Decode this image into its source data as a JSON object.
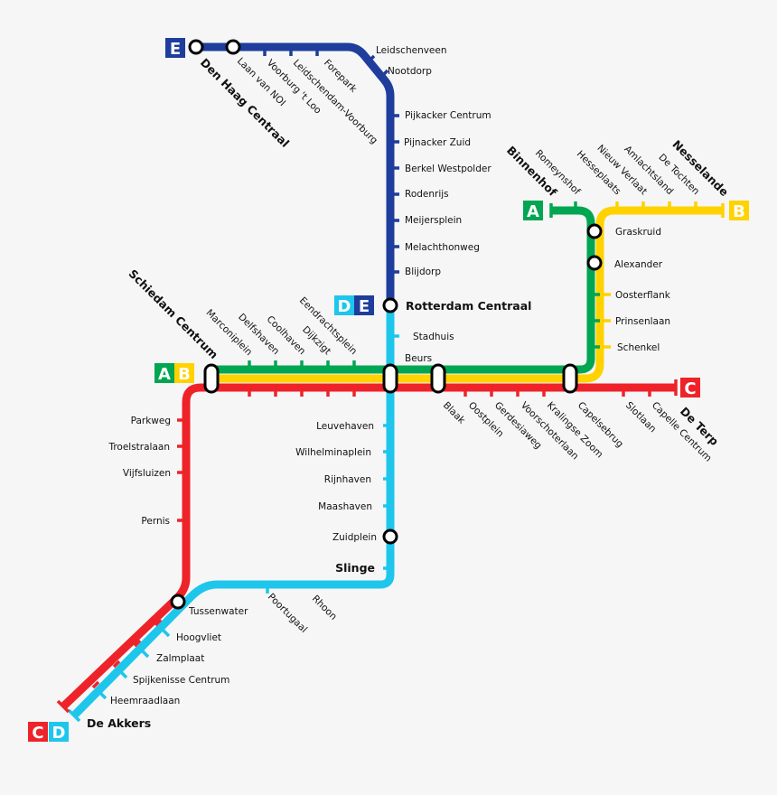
{
  "colors": {
    "A": "#00a651",
    "B": "#ffd200",
    "C": "#ee2329",
    "D": "#1ec6ec",
    "E": "#1f3d9c",
    "background": "#f6f6f6"
  },
  "lines": {
    "A": "A",
    "B": "B",
    "C": "C",
    "D": "D",
    "E": "E"
  },
  "stations": {
    "den_haag_centraal": "Den Haag Centraal",
    "laan_van_noi": "Laan van NOI",
    "voorburg": "Voorburg 't Loo",
    "leidschendam": "Leidschendam-Voorburg",
    "forepark": "Forepark",
    "leidschenveen": "Leidschenveen",
    "nootdorp": "Nootdorp",
    "pijnacker_centrum": "Pijkacker Centrum",
    "pijnacker_zuid": "Pijnacker Zuid",
    "berkel": "Berkel Westpolder",
    "rodenrijs": "Rodenrijs",
    "meijersplein": "Meijersplein",
    "melanchthonweg": "Melachthonweg",
    "blijdorp": "Blijdorp",
    "rotterdam_centraal": "Rotterdam Centraal",
    "stadhuis": "Stadhuis",
    "beurs": "Beurs",
    "leuvehaven": "Leuvehaven",
    "wilhelminaplein": "Wilhelminaplein",
    "rijnhaven": "Rijnhaven",
    "maashaven": "Maashaven",
    "zuidplein": "Zuidplein",
    "slinge": "Slinge",
    "rhoon": "Rhoon",
    "poortugaal": "Poortugaal",
    "tussenwater": "Tussenwater",
    "hoogvliet": "Hoogvliet",
    "zalmplaat": "Zalmplaat",
    "spijkenisse": "Spijkenisse Centrum",
    "heemraadlaan": "Heemraadlaan",
    "de_akkers": "De Akkers",
    "schiedam": "Schiedam Centrum",
    "marconiplein": "Marconiplein",
    "delfshaven": "Delfshaven",
    "coolhaven": "Coolhaven",
    "dijkzigt": "Dijkzigt",
    "eendrachtsplein": "Eendrachtsplein",
    "blaak": "Blaak",
    "oostplein": "Oostplein",
    "gerdesiaweg": "Gerdesiaweg",
    "voorschoterlaan": "Voorschoterlaan",
    "kralingse_zoom": "Kralingse Zoom",
    "capelsebrug": "Capelsebrug",
    "slotlaan": "Slotlaan",
    "capelle_centrum": "Capelle Centrum",
    "de_terp": "De Terp",
    "parkweg": "Parkweg",
    "troelstralaan": "Troelstralaan",
    "vijfsluizen": "Vijfsluizen",
    "pernis": "Pernis",
    "binnenhof": "Binnenhof",
    "romeynshof": "Romeynshof",
    "graskruid": "Graskruid",
    "alexander": "Alexander",
    "oosterflank": "Oosterflank",
    "prinsenlaan": "Prinsenlaan",
    "schenkel": "Schenkel",
    "hesseplaats": "Hesseplaats",
    "nieuw_verlaat": "Nieuw Verlaat",
    "ambachtsland": "Amlachtsland",
    "de_tochten": "De Tochten",
    "nesselande": "Nesselande"
  }
}
